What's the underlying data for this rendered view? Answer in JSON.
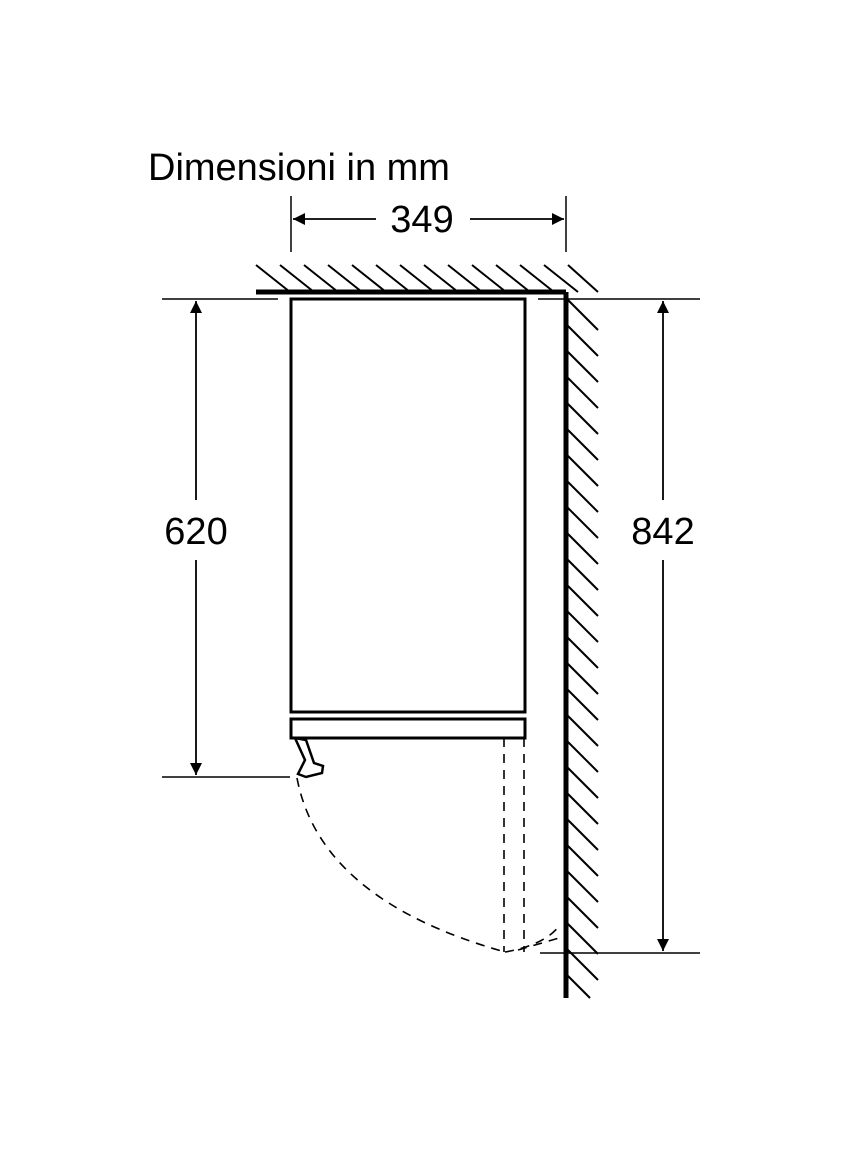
{
  "title": "Dimensioni in mm",
  "dimensions": {
    "width": "349",
    "appliance_height": "620",
    "opening_depth": "842"
  },
  "colors": {
    "line": "#000000",
    "background": "#ffffff"
  }
}
